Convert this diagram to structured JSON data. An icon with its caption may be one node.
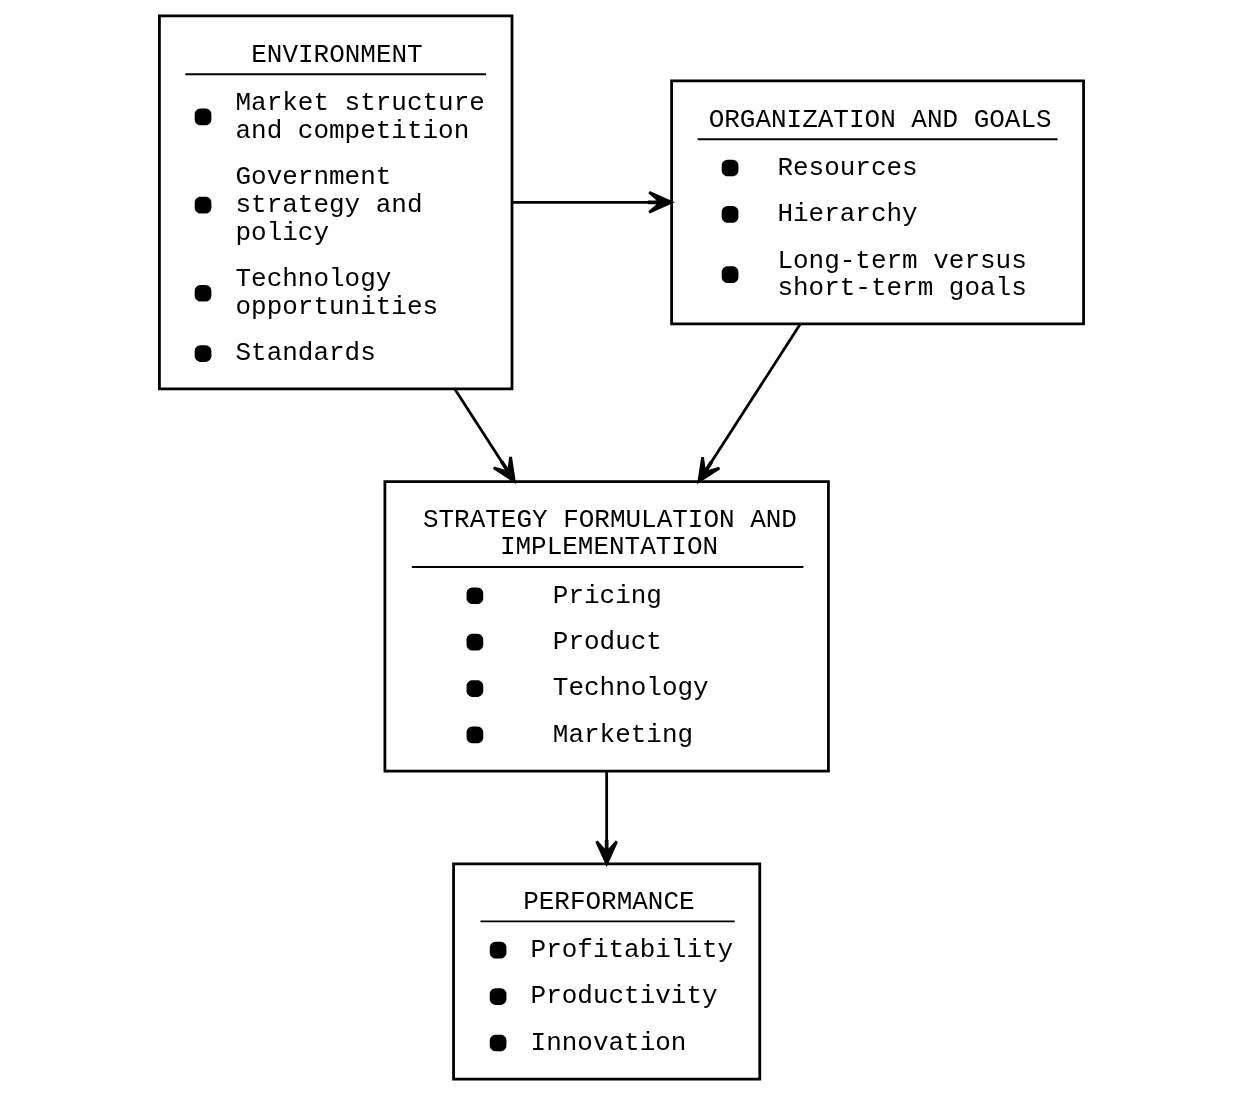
{
  "diagram": {
    "nodes": [
      {
        "text": [
          "ENVIRONMENT",
          "Market structure and competition",
          "Government strategy and policy",
          "Technology opportunities",
          "Standards"
        ]
      },
      {
        "text": [
          "ORGANIZATION AND GOALS",
          "Resources",
          "Hierarchy",
          "Long-term versus short-term goals"
        ]
      },
      {
        "text": [
          "STRATEGY FORMULATION AND IMPLEMENTATION",
          "Pricing",
          "Product",
          "Technology",
          "Marketing"
        ]
      },
      {
        "text": [
          "PERFORMANCE",
          "Profitability",
          "Productivity",
          "Innovation"
        ]
      }
    ],
    "edges": [
      {
        "from": 0,
        "to": 1,
        "arrow": "to"
      },
      {
        "from": 0,
        "to": 2,
        "arrow": "to"
      },
      {
        "from": 1,
        "to": 2,
        "arrow": "to"
      },
      {
        "from": 2,
        "to": 3,
        "arrow": "to"
      }
    ]
  }
}
